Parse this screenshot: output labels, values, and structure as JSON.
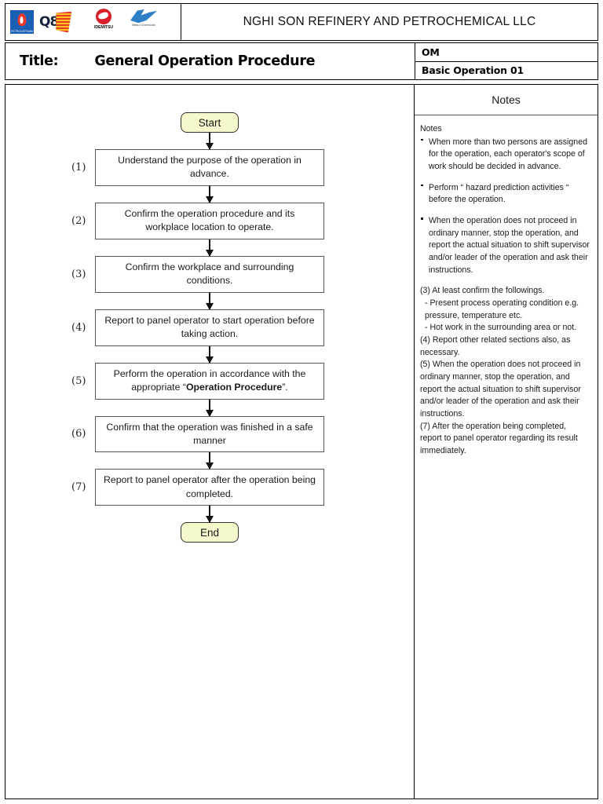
{
  "header": {
    "company_name": "NGHI SON REFINERY AND PETROCHEMICAL LLC",
    "logos": [
      {
        "name": "petrovietnam-logo",
        "label": "PETROVIETNAM",
        "color": "#1a5fb4"
      },
      {
        "name": "q8-logo",
        "label": "Q8",
        "color": "#16213e"
      },
      {
        "name": "idemitsu-logo",
        "label": "IDEMITSU",
        "color": "#d9202a"
      },
      {
        "name": "mitsui-chemicals-logo",
        "label": "Mitsui Chemicals",
        "color": "#2e7fc7"
      }
    ]
  },
  "title_row": {
    "label": "Title:",
    "value": "General Operation Procedure",
    "doc_code": "OM",
    "doc_sub": "Basic Operation 01"
  },
  "flowchart": {
    "start_label": "Start",
    "end_label": "End",
    "steps": [
      {
        "num": "(1)",
        "text": "Understand the purpose of the operation in advance."
      },
      {
        "num": "(2)",
        "text": "Confirm the operation procedure and its workplace location to operate."
      },
      {
        "num": "(3)",
        "text": "Confirm the workplace and surrounding conditions."
      },
      {
        "num": "(4)",
        "text": "Report to panel operator to start operation before taking action."
      },
      {
        "num": "(5)",
        "text_pre": "Perform the operation in accordance with the appropriate “",
        "text_bold": "Operation Procedure",
        "text_post": "”."
      },
      {
        "num": "(6)",
        "text": "Confirm that the operation was finished in a safe manner"
      },
      {
        "num": "(7)",
        "text": "Report to panel operator after the operation being completed."
      }
    ]
  },
  "notes": {
    "header": "Notes",
    "caption": "Notes",
    "bullets": [
      "When more than two persons are assigned for the operation, each operator's scope of  work should be decided in advance.",
      "Perform “ hazard prediction activities “ before the operation.",
      "When the operation does not proceed in ordinary manner, stop the operation, and report the actual situation to shift supervisor and/or leader of the operation and ask their instructions."
    ],
    "numbered": [
      {
        "head": "(3) At least confirm the followings.",
        "sub": "- Present process operating condition e.g. pressure, temperature etc.",
        "sub_b": "- Hot work in the surrounding area or not."
      },
      {
        "head": "(4) Report other related sections also, as necessary."
      },
      {
        "head": "(5) When the operation does not proceed in ordinary manner, stop the operation, and report the actual situation to shift supervisor and/or leader of the operation and ask their instructions."
      },
      {
        "head": "(7) After the operation being completed, report to panel operator regarding its result immediately."
      }
    ]
  },
  "colors": {
    "terminator_fill": "#f7f7ce",
    "frame_border": "#000000",
    "step_border": "#555555"
  }
}
